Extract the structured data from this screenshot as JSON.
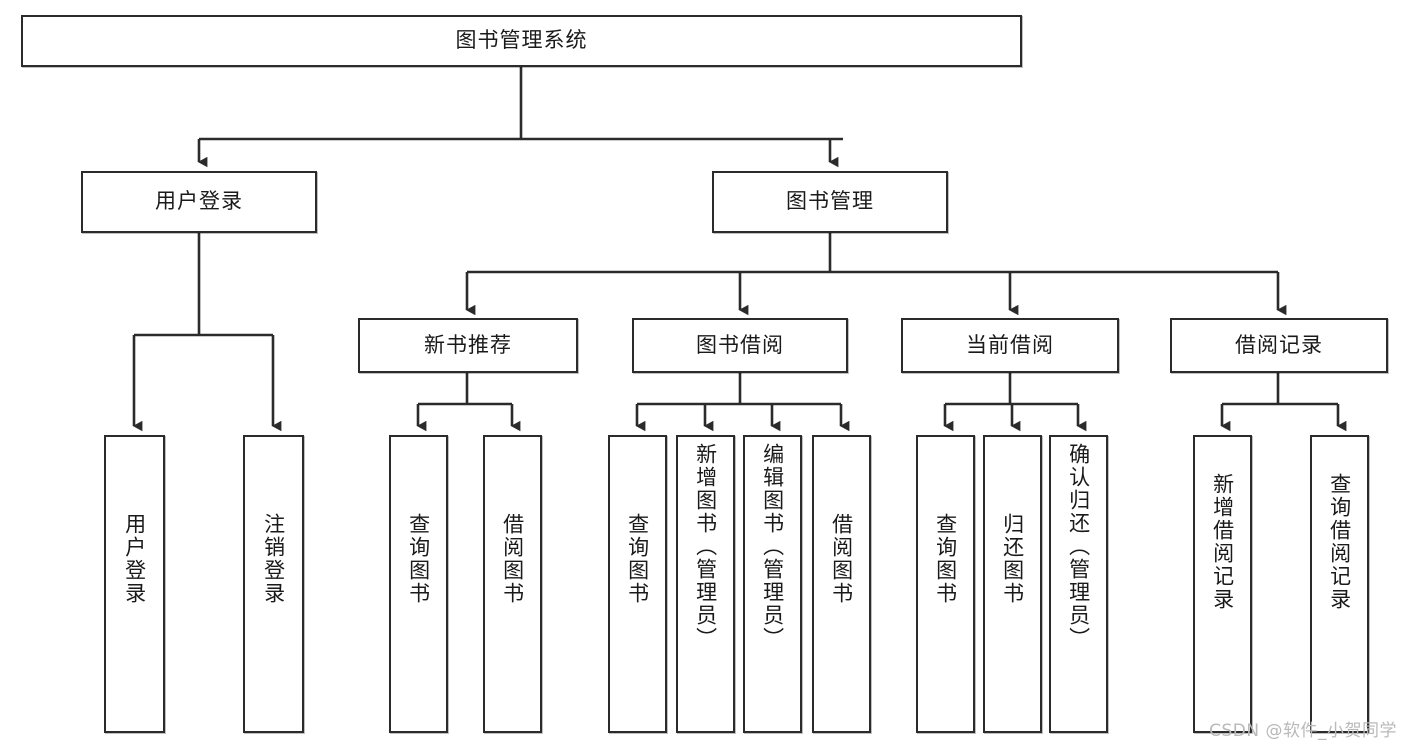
{
  "diagram": {
    "type": "tree-hierarchy",
    "title": "图书管理系统",
    "watermark": "CSDN @软件_小贺同学",
    "colors": {
      "stroke": "#2b2b2b",
      "fill": "#ffffff",
      "text": "#1a1a1a",
      "watermark": "#b9b9b9"
    },
    "levels": {
      "root": {
        "label": "图书管理系统"
      },
      "level1": [
        {
          "id": "user-login",
          "label": "用户登录"
        },
        {
          "id": "book-manage",
          "label": "图书管理"
        }
      ],
      "level2": [
        {
          "id": "new-book-rec",
          "label": "新书推荐",
          "parent": "book-manage"
        },
        {
          "id": "book-borrow",
          "label": "图书借阅",
          "parent": "book-manage"
        },
        {
          "id": "current-borrow",
          "label": "当前借阅",
          "parent": "book-manage"
        },
        {
          "id": "borrow-record",
          "label": "借阅记录",
          "parent": "book-manage"
        }
      ],
      "leaves": [
        {
          "id": "leaf-user-login",
          "label": "用户登录",
          "parent": "user-login"
        },
        {
          "id": "leaf-logout",
          "label": "注销登录",
          "parent": "user-login"
        },
        {
          "id": "leaf-query-book-1",
          "label": "查询图书",
          "parent": "new-book-rec"
        },
        {
          "id": "leaf-borrow-book-1",
          "label": "借阅图书",
          "parent": "new-book-rec"
        },
        {
          "id": "leaf-query-book-2",
          "label": "查询图书",
          "parent": "book-borrow"
        },
        {
          "id": "leaf-add-book",
          "label": "新增图书（管理员）",
          "parent": "book-borrow"
        },
        {
          "id": "leaf-edit-book",
          "label": "编辑图书（管理员）",
          "parent": "book-borrow"
        },
        {
          "id": "leaf-borrow-book-2",
          "label": "借阅图书",
          "parent": "book-borrow"
        },
        {
          "id": "leaf-query-book-3",
          "label": "查询图书",
          "parent": "current-borrow"
        },
        {
          "id": "leaf-return-book",
          "label": "归还图书",
          "parent": "current-borrow"
        },
        {
          "id": "leaf-confirm-return",
          "label": "确认归还（管理员）",
          "parent": "current-borrow"
        },
        {
          "id": "leaf-add-record",
          "label": "新增借阅记录",
          "parent": "borrow-record"
        },
        {
          "id": "leaf-query-record",
          "label": "查询借阅记录",
          "parent": "borrow-record"
        }
      ]
    }
  }
}
